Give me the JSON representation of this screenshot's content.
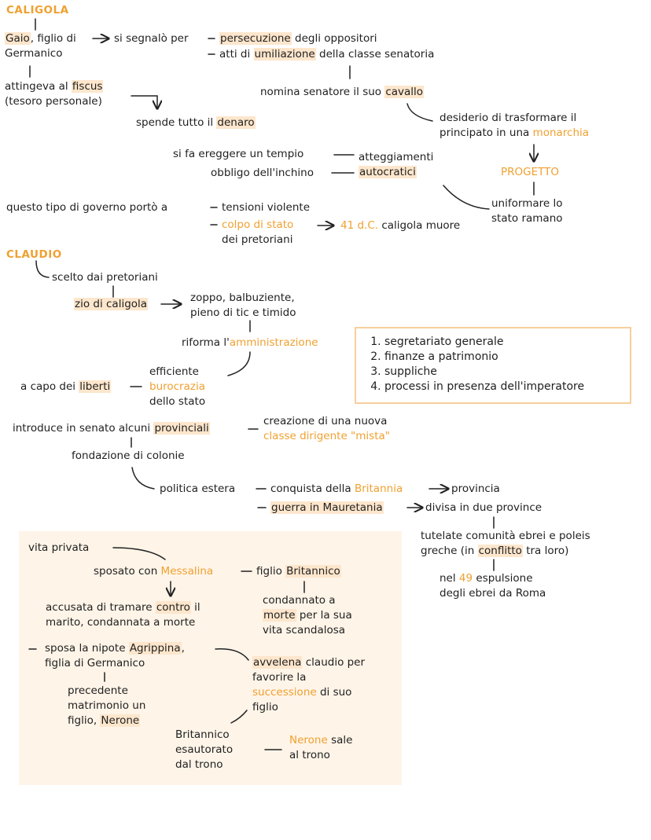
{
  "caligola": {
    "title": "CALIGOLA",
    "gaio_1": "Gaio",
    "gaio_2": ", figlio di",
    "gaio_3": "Germanico",
    "segnalo": "si segnalò per",
    "pers_1": "persecuzione",
    "pers_2": " degli oppositori",
    "umil_1": "atti di ",
    "umil_2": "umiliazione",
    "umil_3": " della classe senatoria",
    "senatore_1": "nomina senatore il suo ",
    "senatore_2": "cavallo",
    "fiscus_1": "attingeva al ",
    "fiscus_2": "fiscus",
    "fiscus_3": "(tesoro personale)",
    "spende_1": "spende tutto il ",
    "spende_2": "denaro",
    "desiderio_1": "desiderio di trasformare il",
    "desiderio_2": "principato in  una ",
    "desiderio_3": "monarchia",
    "progetto": "PROGETTO",
    "uniformare_1": "uniformare lo",
    "uniformare_2": "stato ramano",
    "tempio": "si fa ereggere un tempio",
    "inchino": "obbligo dell'inchino",
    "atteg_1": "atteggiamenti",
    "atteg_2": "autocratici",
    "governo": "questo tipo di governo portò a",
    "tensioni": "tensioni violente",
    "colpo_1": "colpo di stato",
    "colpo_2": "dei pretoriani",
    "muore_1": "41 d.C.",
    "muore_2": " caligola muore"
  },
  "claudio": {
    "title": "CLAUDIO",
    "scelto": "scelto dai pretoriani",
    "zio": "zio di caligola",
    "zoppo_1": "zoppo, balbuziente,",
    "zoppo_2": "pieno di tic e timido",
    "riforma_1": "riforma l'",
    "riforma_2": "amministrazione",
    "riforme": [
      "segretariato generale",
      "finanze a patrimonio",
      "suppliche",
      "processi in presenza dell'imperatore"
    ],
    "buro_1": "efficiente",
    "buro_2": "burocrazia",
    "buro_3": "dello stato",
    "liberti_1": "a capo dei ",
    "liberti_2": "liberti",
    "introduce_1": "introduce in senato alcuni ",
    "introduce_2": "provinciali",
    "classe_1": "creazione di una nuova",
    "classe_2": "classe dirigente \"mista\"",
    "colonie": "fondazione di colonie",
    "estera": "politica estera",
    "brit_1": "conquista della ",
    "brit_2": "Britannia",
    "provincia": "provincia",
    "maur_1": "guerra in Mauretania",
    "maur_2": "divisa in due province",
    "ebrei_1": "tutelate comunità ebrei e poleis",
    "ebrei_2": "greche (in ",
    "ebrei_3": "conflitto",
    "ebrei_4": " tra loro)",
    "esp_1": "nel ",
    "esp_2": "49",
    "esp_3": " espulsione",
    "esp_4": "degli ebrei da Roma"
  },
  "vita": {
    "label": "vita privata",
    "sposato_1": "sposato con ",
    "sposato_2": "Messalina",
    "figlio_1": "figlio ",
    "figlio_2": "Britannico",
    "condannato_1": "condannato a",
    "condannato_2": "morte",
    "condannato_3": " per la sua",
    "condannato_4": "vita scandalosa",
    "accusata_1": "accusata di tramare ",
    "accusata_2": "contro",
    "accusata_3": " il",
    "accusata_4": "marito, condannata a morte",
    "agrip_1": "sposa la nipote ",
    "agrip_2": "Agrippina",
    "agrip_3": ",",
    "agrip_4": "figlia di Germanico",
    "prec_1": "precedente",
    "prec_2": "matrimonio un",
    "prec_3": "figlio, ",
    "prec_4": "Nerone",
    "avvelena_1": "avvelena",
    "avvelena_2": " claudio per",
    "avvelena_3": "favorire la",
    "avvelena_4": "successione",
    "avvelena_5": " di suo",
    "avvelena_6": "figlio",
    "esaut_1": "Britannico",
    "esaut_2": "esautorato",
    "esaut_3": "dal trono",
    "nerone_1": "Nerone",
    "nerone_2": " sale",
    "nerone_3": "al trono"
  }
}
